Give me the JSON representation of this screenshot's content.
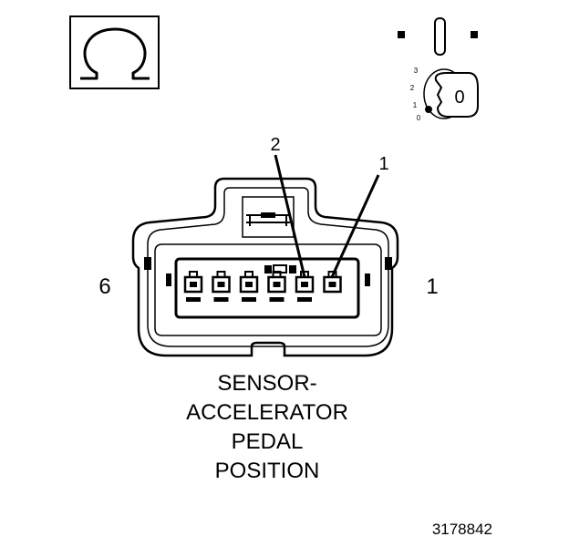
{
  "meter_icon": {
    "symbol": "Ω"
  },
  "ignition_key": {
    "positions": [
      "3",
      "2",
      "1",
      "0"
    ],
    "key_text": "0"
  },
  "connector": {
    "side_left_label": "6",
    "side_right_label": "1",
    "callouts": [
      "2",
      "1"
    ],
    "pin_count": 6
  },
  "caption": {
    "lines": [
      "SENSOR-",
      "ACCELERATOR",
      "PEDAL",
      "POSITION"
    ]
  },
  "figure_number": "3178842",
  "colors": {
    "ink": "#000000",
    "background": "#ffffff"
  }
}
